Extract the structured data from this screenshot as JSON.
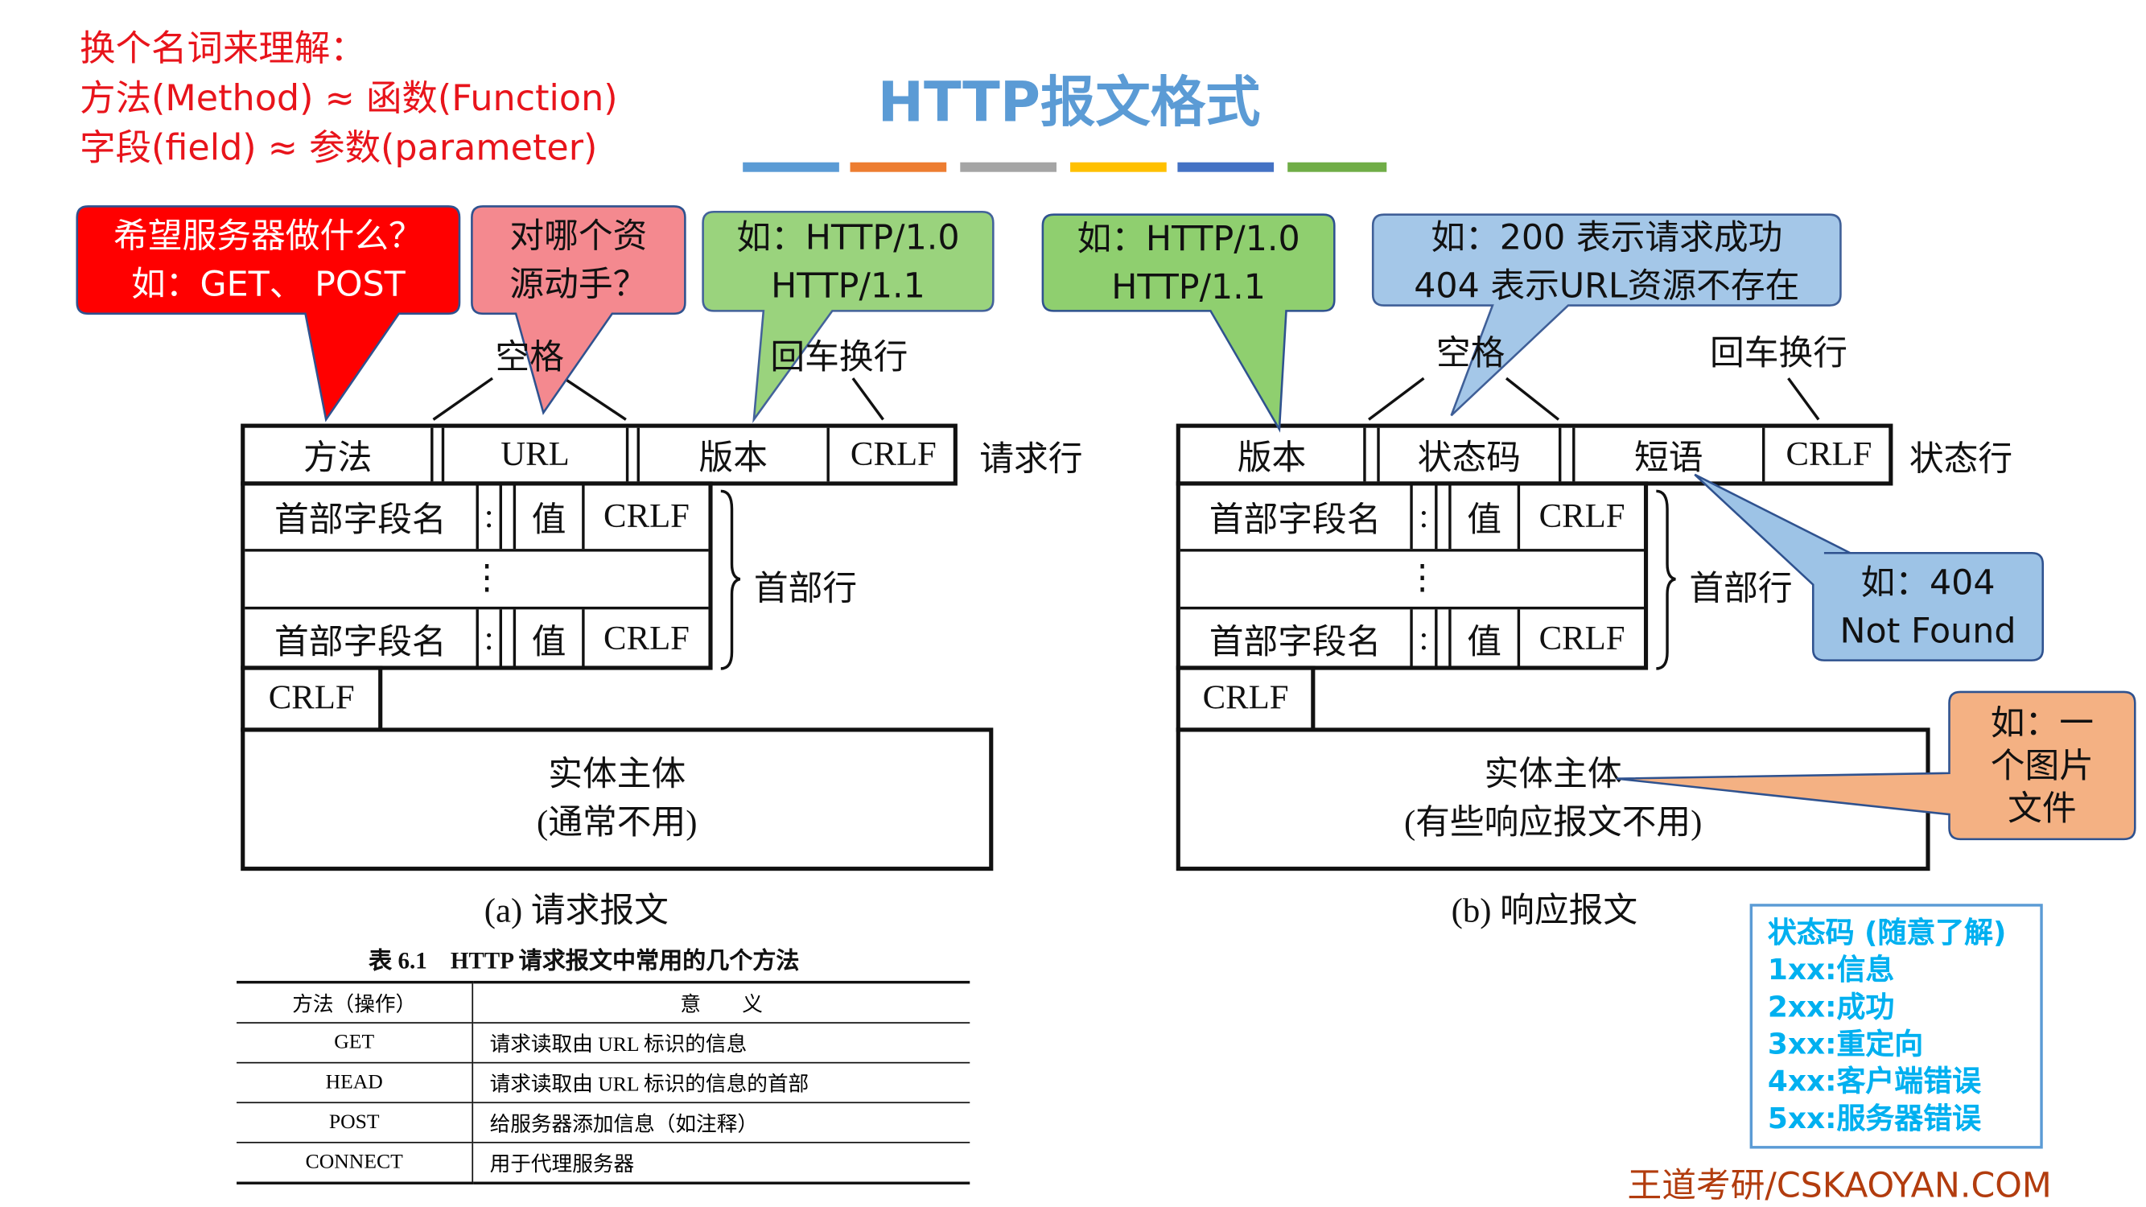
{
  "note": {
    "lines": [
      "换个名词来理解：",
      "方法(Method) ≈ 函数(Function)",
      "字段(field) ≈ 参数(parameter)"
    ]
  },
  "title": "HTTP报文格式",
  "colors": {
    "title": "#5b9bd5",
    "note": "#e8141b",
    "status_text": "#00b0f0",
    "footer": "#b23c0e",
    "bars": [
      "#5b9bd5",
      "#ed7d31",
      "#a5a5a5",
      "#ffc000",
      "#4472c4",
      "#70ad47"
    ]
  },
  "request": {
    "line": {
      "method": "方法",
      "url": "URL",
      "version": "版本",
      "crlf": "CRLF",
      "label": "请求行"
    },
    "header": {
      "name": "首部字段名",
      "colon": ":",
      "value": "值",
      "crlf": "CRLF",
      "dots": "⋮",
      "label": "首部行"
    },
    "crlf": "CRLF",
    "body": [
      "实体主体",
      "(通常不用)"
    ],
    "space": "空格",
    "cr": "回车换行",
    "caption": "(a) 请求报文",
    "callouts": {
      "what": [
        "希望服务器做什么？",
        "如：GET、 POST"
      ],
      "which": [
        "对哪个资",
        "源动手？"
      ],
      "version": [
        "如：HTTP/1.0",
        "HTTP/1.1"
      ]
    }
  },
  "response": {
    "line": {
      "version": "版本",
      "status": "状态码",
      "phrase": "短语",
      "crlf": "CRLF",
      "label": "状态行"
    },
    "header": {
      "name": "首部字段名",
      "colon": ":",
      "value": "值",
      "crlf": "CRLF",
      "dots": "⋮",
      "label": "首部行"
    },
    "crlf": "CRLF",
    "body": [
      "实体主体",
      "(有些响应报文不用)"
    ],
    "space": "空格",
    "cr": "回车换行",
    "caption": "(b) 响应报文",
    "callouts": {
      "version": [
        "如：HTTP/1.0",
        "HTTP/1.1"
      ],
      "status": [
        "如：200 表示请求成功",
        "404 表示URL资源不存在"
      ],
      "phrase": [
        "如：404",
        "Not Found"
      ],
      "body": [
        "如：一",
        "个图片",
        "文件"
      ]
    }
  },
  "table": {
    "title": "表 6.1　HTTP 请求报文中常用的几个方法",
    "headers": [
      "方法（操作）",
      "意　　义"
    ],
    "rows": [
      [
        "GET",
        "请求读取由 URL 标识的信息"
      ],
      [
        "HEAD",
        "请求读取由 URL 标识的信息的首部"
      ],
      [
        "POST",
        "给服务器添加信息（如注释）"
      ],
      [
        "CONNECT",
        "用于代理服务器"
      ]
    ]
  },
  "status_codes": {
    "title": "状态码 (随意了解)",
    "items": [
      "1xx:信息",
      "2xx:成功",
      "3xx:重定向",
      "4xx:客户端错误",
      "5xx:服务器错误"
    ]
  },
  "footer": "王道考研/CSKAOYAN.COM"
}
